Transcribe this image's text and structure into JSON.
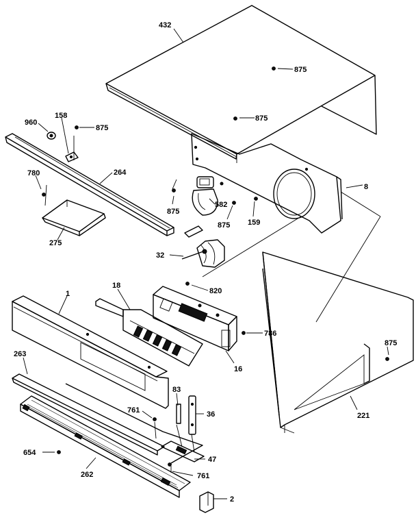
{
  "parts": {
    "p432": "432",
    "p875_top": "875",
    "p875_mid": "875",
    "p960": "960",
    "p158": "158",
    "p875_left": "875",
    "p264": "264",
    "p780": "780",
    "p275": "275",
    "p875_fan": "875",
    "p582": "582",
    "p875_fan2": "875",
    "p159": "159",
    "p8": "8",
    "p32": "32",
    "p820": "820",
    "p18": "18",
    "p1": "1",
    "p786": "786",
    "p16": "16",
    "p875_right": "875",
    "p263": "263",
    "p83": "83",
    "p761_a": "761",
    "p36": "36",
    "p221": "221",
    "p654": "654",
    "p47": "47",
    "p262": "262",
    "p761_b": "761",
    "p2": "2"
  }
}
